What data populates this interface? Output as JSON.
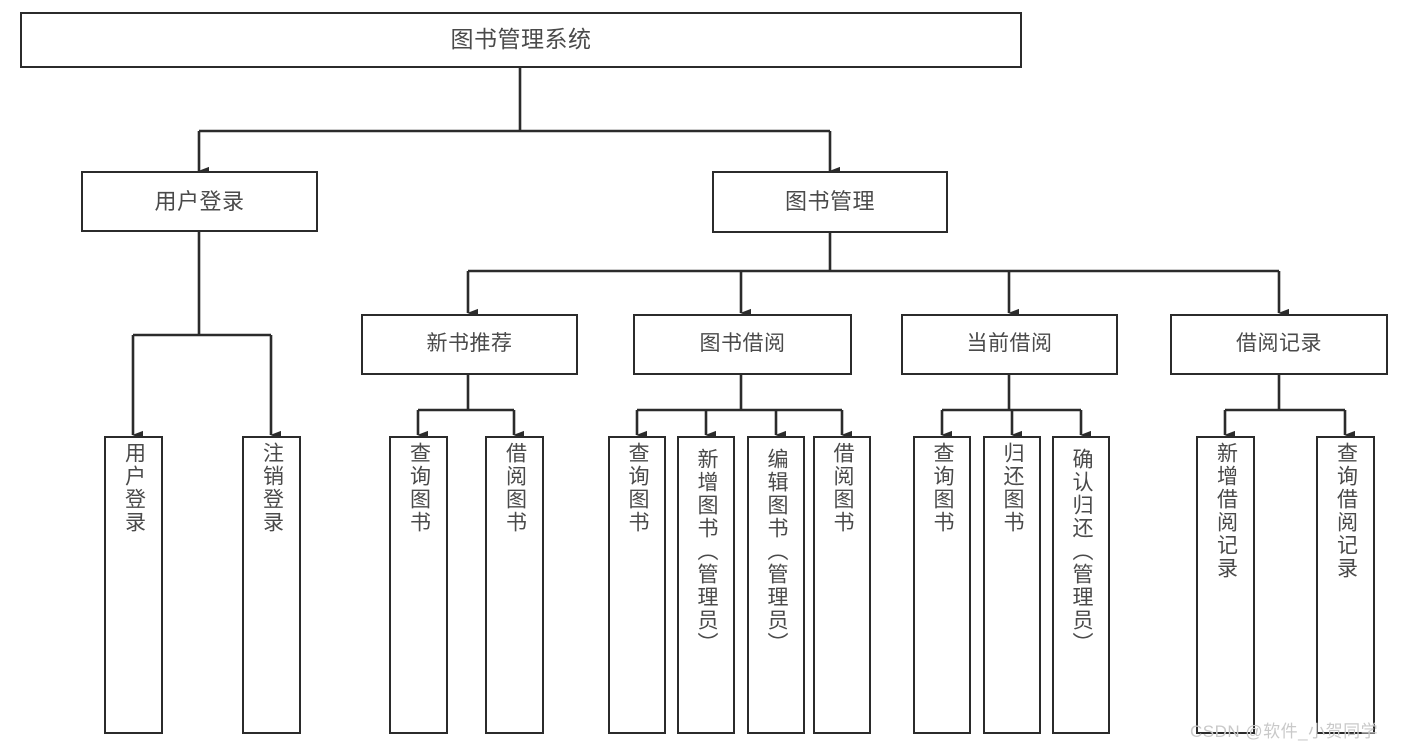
{
  "diagram": {
    "title": "图书管理系统",
    "type": "tree",
    "colors": {
      "box_border": "#2b2b2b",
      "box_fill": "#ffffff",
      "connector": "#2b2b2b",
      "text": "#4a4a4a",
      "watermark": "#c9c9c9",
      "background": "#ffffff"
    },
    "root": {
      "label": "图书管理系统"
    },
    "level2": [
      {
        "label": "用户登录"
      },
      {
        "label": "图书管理"
      }
    ],
    "level3": [
      {
        "label": "新书推荐"
      },
      {
        "label": "图书借阅"
      },
      {
        "label": "当前借阅"
      },
      {
        "label": "借阅记录"
      }
    ],
    "leaves_user_login": [
      {
        "label": "用户登录"
      },
      {
        "label": "注销登录"
      }
    ],
    "leaves_new_book": [
      {
        "label": "查询图书"
      },
      {
        "label": "借阅图书"
      }
    ],
    "leaves_borrow": [
      {
        "label": "查询图书"
      },
      {
        "label": "新增图书（管理员）"
      },
      {
        "label": "编辑图书（管理员）"
      },
      {
        "label": "借阅图书"
      }
    ],
    "leaves_current": [
      {
        "label": "查询图书"
      },
      {
        "label": "归还图书"
      },
      {
        "label": "确认归还（管理员）"
      }
    ],
    "leaves_record": [
      {
        "label": "新增借阅记录"
      },
      {
        "label": "查询借阅记录"
      }
    ]
  },
  "watermark": {
    "text": "CSDN @软件_小贺同学"
  }
}
